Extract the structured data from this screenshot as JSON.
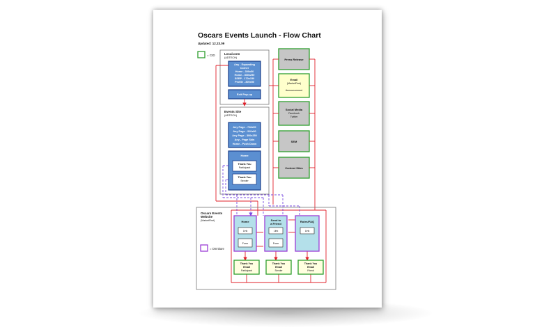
{
  "title": "Oscars Events Launch - Flow Chart",
  "updated": "Updated: 12.23.09",
  "legend": {
    "cid": "= CID",
    "omniture": "= Omniture"
  },
  "colors": {
    "green": "#2e9e2e",
    "purple": "#9b3dd6",
    "red": "#e0202a",
    "blue_fill": "#5b8fd1",
    "blue_stroke": "#1c3f8a",
    "dashed": "#7a4be0",
    "gray_fill": "#c6c6c6",
    "cream_fill": "#ffffcc",
    "light_green_fill": "#ffffe0",
    "cyan_fill": "#b4e0ea"
  },
  "local": {
    "title": "Local.com",
    "subtitle": "(ADTECH)",
    "ads": [
      "Any - Expanding",
      "Corner",
      "Home - 300x50",
      "Home - 300x250",
      "SERP - 170x150",
      "Profile - 300x50"
    ],
    "exit": "Exit Pop-up"
  },
  "events_site": {
    "title": "Events Site",
    "subtitle": "(ADTECH)",
    "ads": [
      "Any Page - 728x90",
      "Any Page - 310x90",
      "Any Page - 300x250",
      "Any - Page Skin",
      "Home - Push Down"
    ],
    "home": "Home",
    "ty_participant": [
      "Thank You",
      "Participant"
    ],
    "ty_sender": [
      "Thank You",
      "Sender"
    ]
  },
  "channels": {
    "press": "Press Release",
    "email": [
      "Email",
      "(MarketFirst)",
      "Announcement"
    ],
    "social": [
      "Social Media",
      "Facebook",
      "Twitter"
    ],
    "sem": "SEM",
    "contest": "Contest Sites"
  },
  "website": {
    "title": [
      "Oscars Events",
      "Website"
    ],
    "subtitle": "(MarketFirst)",
    "pages": [
      {
        "title": [
          "Home"
        ],
        "link": "Link",
        "form": "Form"
      },
      {
        "title": [
          "Send to",
          "a Friend"
        ],
        "link": "Link",
        "form": "Form"
      },
      {
        "title": [
          "Rules/FAQ"
        ],
        "link": "Link"
      }
    ],
    "thankyou": [
      [
        "Thank You",
        "Email",
        "Participant"
      ],
      [
        "Thank You",
        "Email",
        "Sender"
      ],
      [
        "Thank You",
        "Email",
        "Friend"
      ]
    ]
  }
}
